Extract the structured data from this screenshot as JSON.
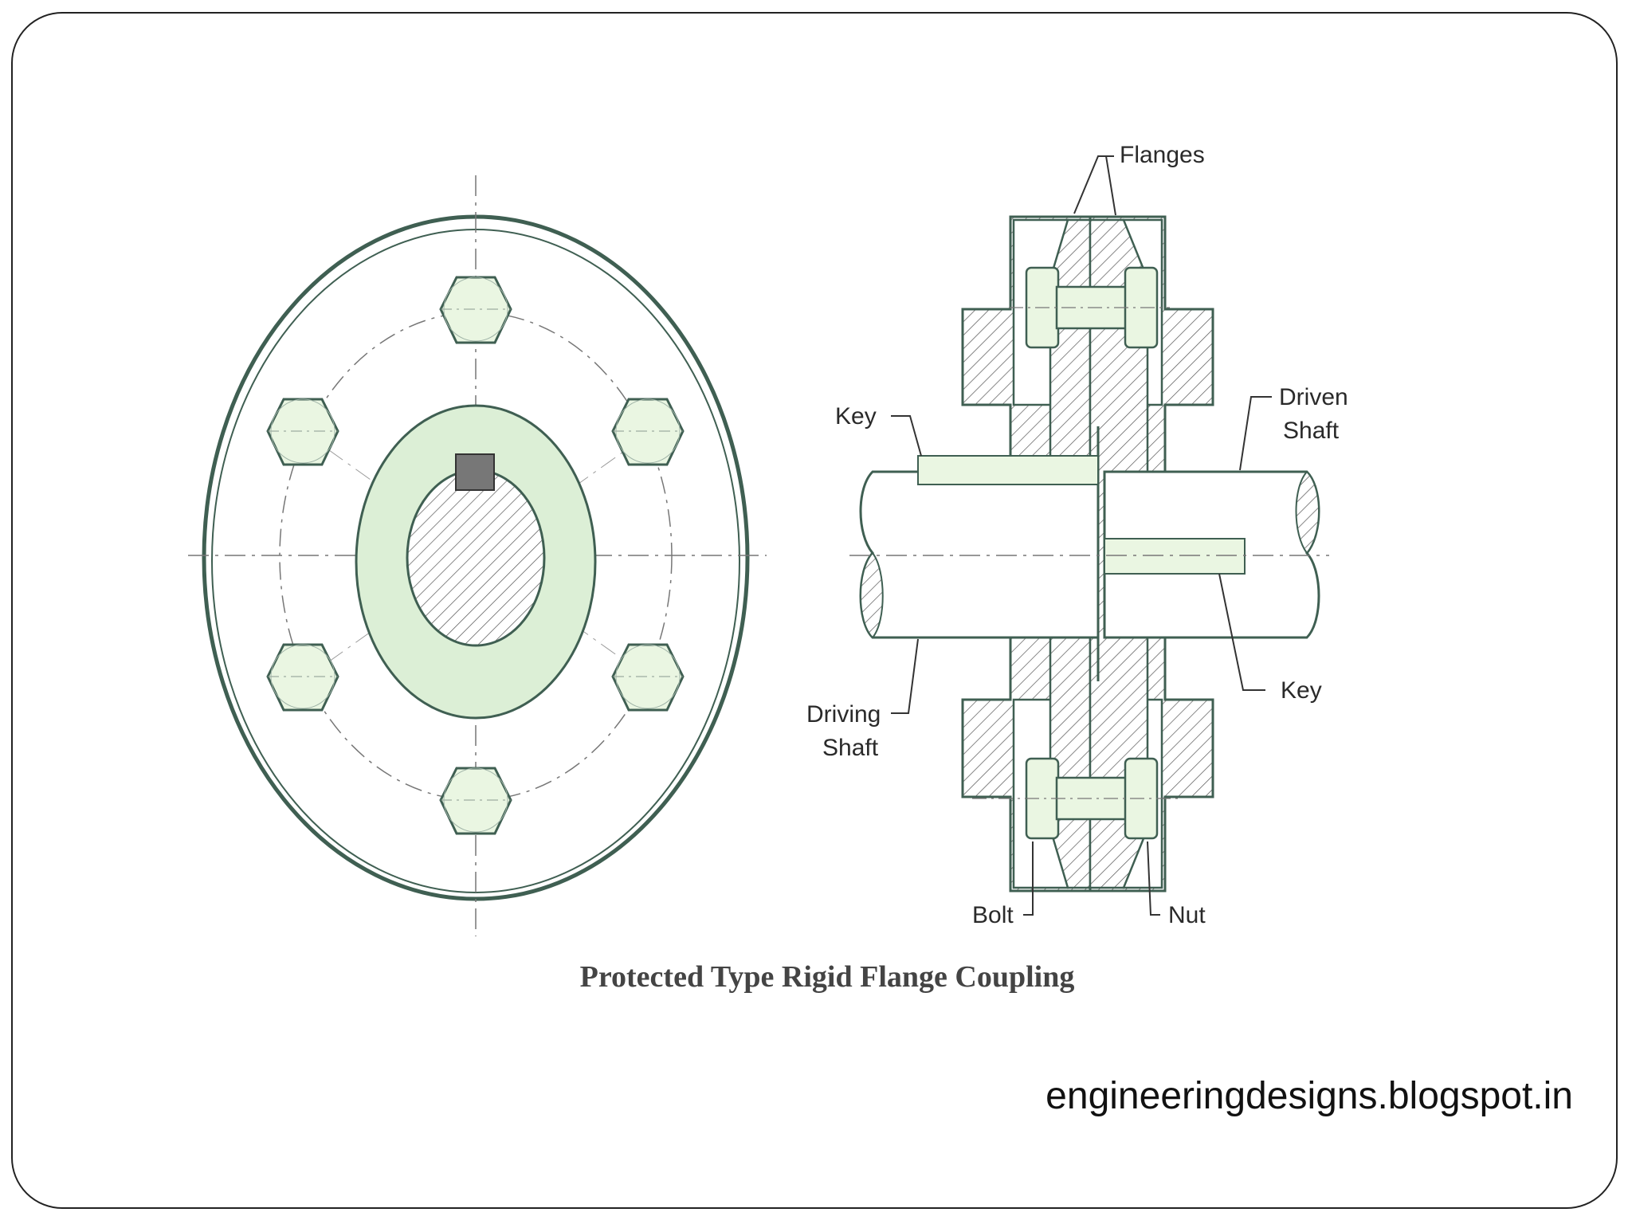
{
  "diagram": {
    "labels": {
      "flanges": "Flanges",
      "key_left": "Key",
      "driven_line1": "Driven",
      "driven_line2": "Shaft",
      "key_right": "Key",
      "driving_line1": "Driving",
      "driving_line2": "Shaft",
      "bolt": "Bolt",
      "nut": "Nut"
    },
    "caption": "Protected Type Rigid Flange Coupling"
  },
  "watermark": "engineeringdesigns.blogspot.in",
  "colors": {
    "fill": "#eaf6e2",
    "hub": "#dcefd6",
    "stroke": "#3f5f52",
    "key": "#777777"
  }
}
